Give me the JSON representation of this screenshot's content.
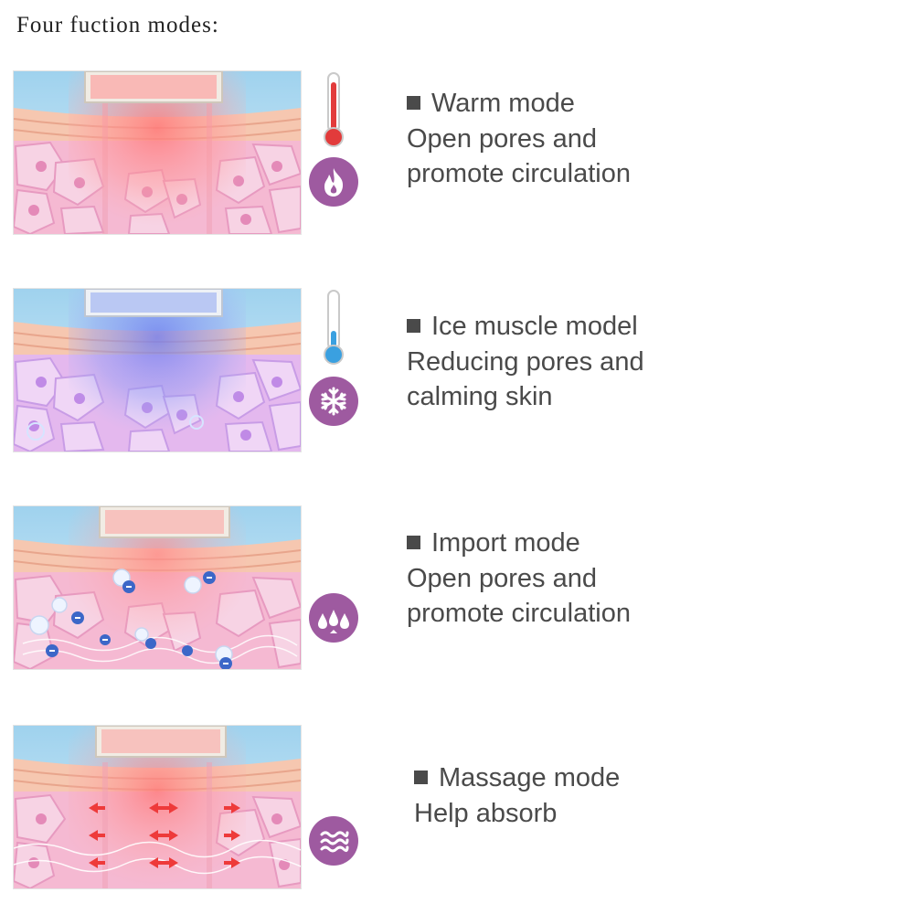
{
  "heading": "Four fuction modes:",
  "colors": {
    "badge": "#9e5aa0",
    "text": "#4a4a4a",
    "warm": "#e84a4a",
    "cool": "#4aa3e0"
  },
  "modes": [
    {
      "title": "Warm mode",
      "desc1": "Open pores and",
      "desc2": "promote circulation",
      "icon": "flame-icon",
      "indicator": "thermometer-hot-icon"
    },
    {
      "title": "Ice muscle model",
      "desc1": "Reducing pores and",
      "desc2": "calming skin",
      "icon": "snowflake-icon",
      "indicator": "thermometer-cold-icon"
    },
    {
      "title": "Import mode",
      "desc1": "Open pores and",
      "desc2": "promote circulation",
      "icon": "droplets-icon"
    },
    {
      "title": "Massage mode",
      "desc1": "Help absorb",
      "icon": "waves-icon"
    }
  ]
}
